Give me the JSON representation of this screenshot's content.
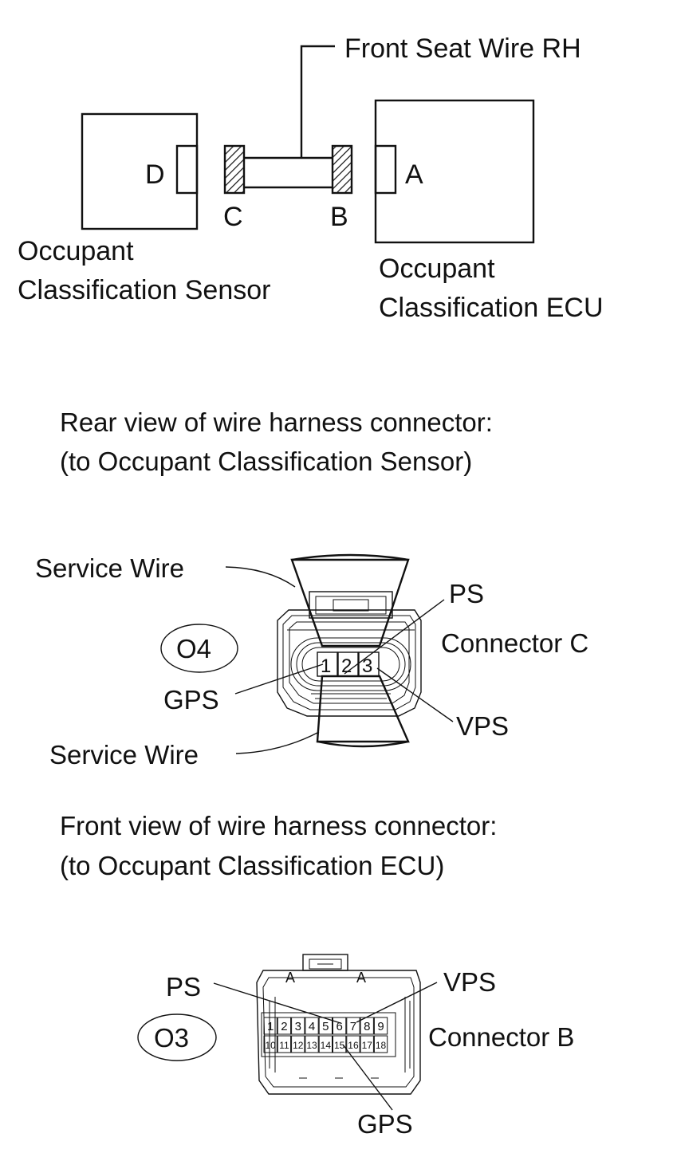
{
  "top_diagram": {
    "wire_label": "Front Seat Wire RH",
    "sensor_label_line1": "Occupant",
    "sensor_label_line2": "Classification Sensor",
    "ecu_label_line1": "Occupant",
    "ecu_label_line2": "Classification ECU",
    "connector_d": "D",
    "connector_c": "C",
    "connector_b": "B",
    "connector_a": "A"
  },
  "rear_view": {
    "title_line1": "Rear view of wire harness connector:",
    "title_line2": "(to Occupant Classification Sensor)",
    "code": "O4",
    "connector_name": "Connector C",
    "service_wire_top": "Service Wire",
    "service_wire_bottom": "Service Wire",
    "pin_ps": "PS",
    "pin_gps": "GPS",
    "pin_vps": "VPS",
    "pins": [
      "1",
      "2",
      "3"
    ]
  },
  "front_view": {
    "title_line1": "Front view of wire harness connector:",
    "title_line2": "(to Occupant Classification ECU)",
    "code": "O3",
    "connector_name": "Connector B",
    "pin_ps": "PS",
    "pin_vps": "VPS",
    "pin_gps": "GPS",
    "pins_row1": [
      "1",
      "2",
      "3",
      "4",
      "5",
      "6",
      "7",
      "8",
      "9"
    ],
    "pins_row2": [
      "10",
      "11",
      "12",
      "13",
      "14",
      "15",
      "16",
      "17",
      "18"
    ]
  }
}
